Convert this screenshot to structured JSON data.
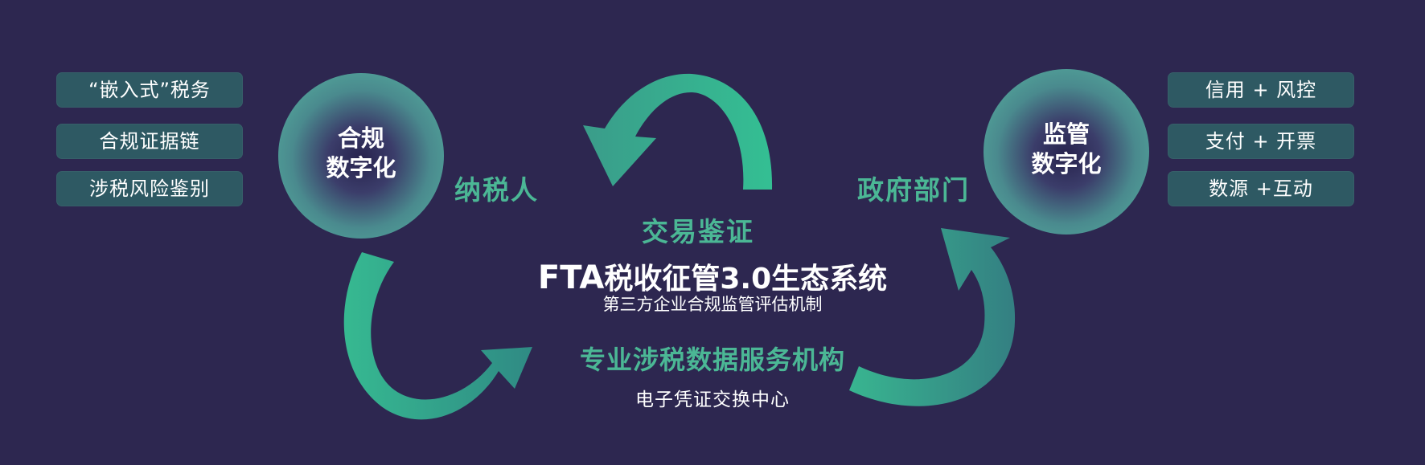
{
  "left_tags": [
    "“嵌入式”税务",
    "合规证据链",
    "涉税风险鉴别"
  ],
  "right_tags": [
    "信用 + 风控",
    "支付 + 开票",
    "数源 +互动"
  ],
  "left_circle": {
    "line1": "合规",
    "line2": "数字化"
  },
  "right_circle": {
    "line1": "监管",
    "line2": "数字化"
  },
  "labels": {
    "taxpayer": "纳税人",
    "government": "政府部门",
    "transaction": "交易鉴证"
  },
  "center": {
    "title_latin": "FTA",
    "title_rest": "税收征管3.0生态系统",
    "subtitle": "第三方企业合规监管评估机制",
    "org": "专业涉税数据服务机构",
    "org_sub": "电子凭证交换中心"
  },
  "colors": {
    "background": "#2d2750",
    "accent_green": "#4bb795",
    "tag_fill": "#2e5963"
  }
}
